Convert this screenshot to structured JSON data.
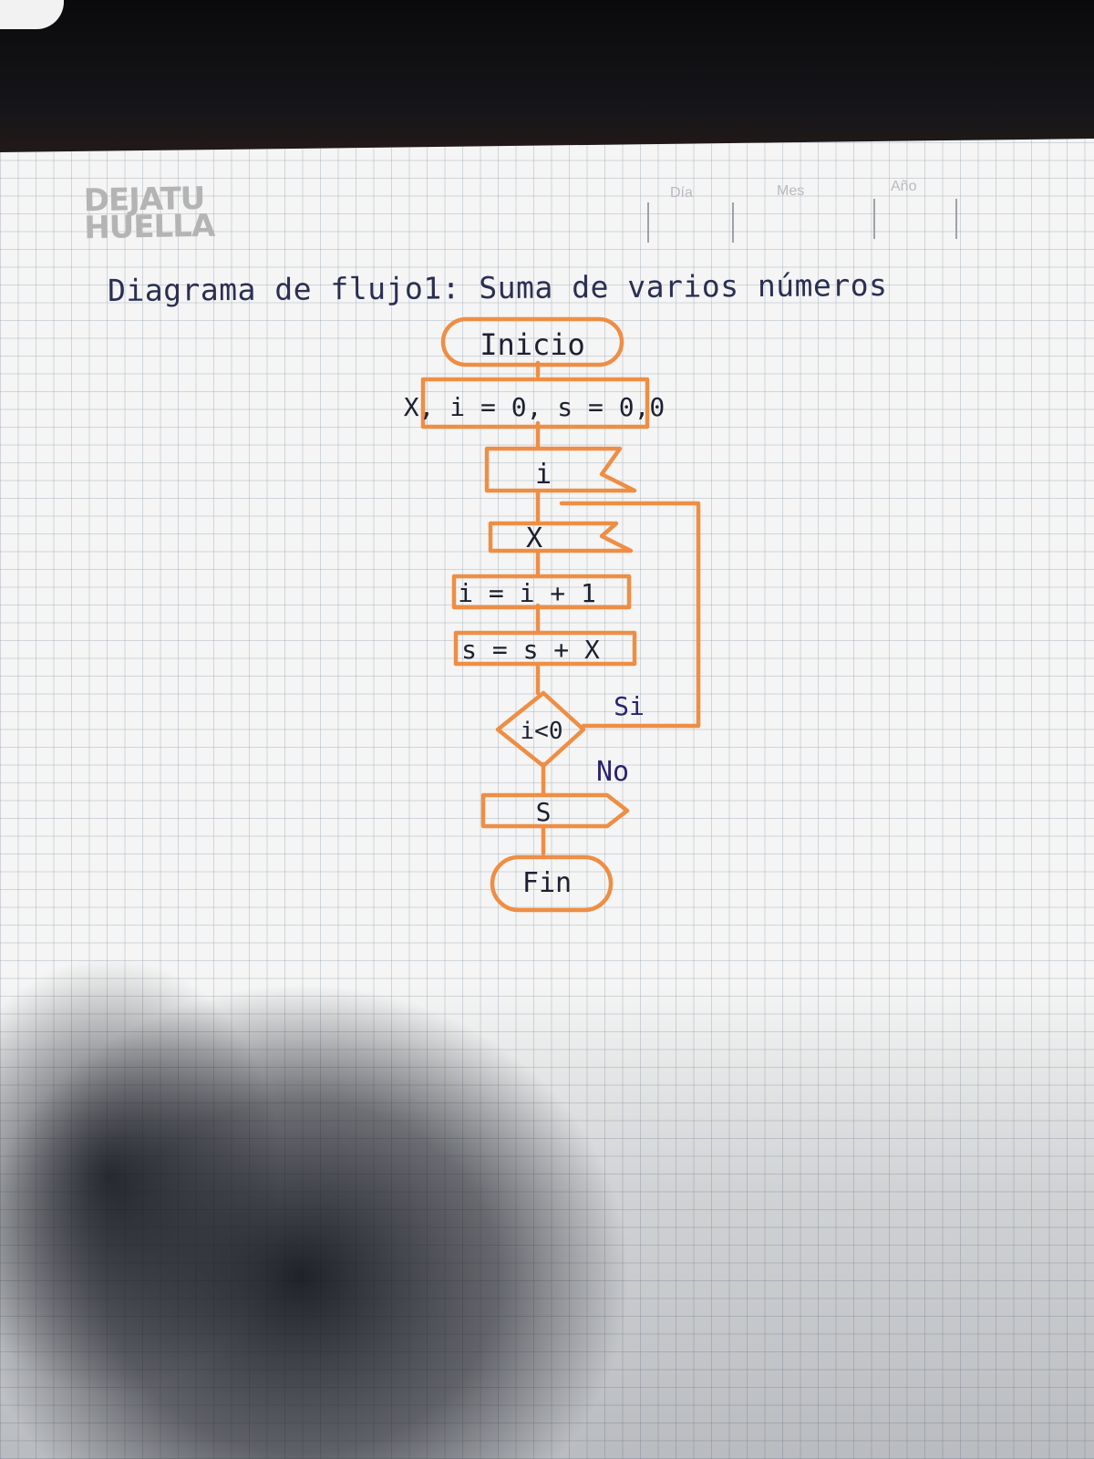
{
  "logo": {
    "line1": "DEJATU",
    "line2": "HUELLA"
  },
  "date_fields": {
    "day": "Día",
    "month": "Mes",
    "year": "Año"
  },
  "title": "Diagrama de flujo1: Suma de varios números",
  "flowchart": {
    "start": "Inicio",
    "init": "X, i = 0, s = 0,0",
    "input_i": "i",
    "input_x": "X",
    "increment": "i = i + 1",
    "accumulate": "s = s + X",
    "condition": "i<0",
    "yes_label": "Si",
    "no_label": "No",
    "output": "S",
    "end": "Fin"
  },
  "colors": {
    "stroke": "#ee8e45",
    "ink": "#1d2030",
    "branch_ink": "#2b2270"
  }
}
